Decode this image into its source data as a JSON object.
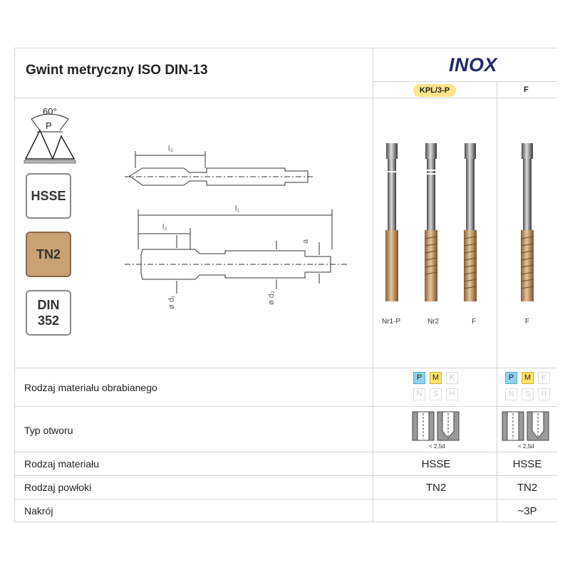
{
  "header": {
    "title": "Gwint metryczny ISO DIN-13",
    "brand": "INOX",
    "series": [
      {
        "label": "KPL/3-P"
      },
      {
        "label": "F"
      }
    ]
  },
  "thread_profile": {
    "angle": "60°",
    "pitch": "P"
  },
  "tiles": [
    {
      "label_line1": "HSSE",
      "label_line2": ""
    },
    {
      "label_line1": "TN2",
      "label_line2": ""
    },
    {
      "label_line1": "DIN",
      "label_line2": "352"
    }
  ],
  "drawing_labels": {
    "l3": "l₃",
    "l1": "l₁",
    "l2": "l₂",
    "a": "a",
    "d1": "ø d₁",
    "d2": "ø d₂"
  },
  "tools": [
    {
      "caption": "Nr1-P"
    },
    {
      "caption": "Nr2"
    },
    {
      "caption": "F"
    },
    {
      "caption": "F"
    }
  ],
  "colors": {
    "brand": "#1f2a6e",
    "badge": "#ffe58a",
    "coating": "#c9a173",
    "mat_p": "#8fd3ef",
    "mat_m": "#ffe66b"
  },
  "materials": {
    "row1": [
      "P",
      "M",
      "K"
    ],
    "row2": [
      "N",
      "S",
      "H"
    ],
    "active": [
      "P",
      "M"
    ]
  },
  "hole_caption": "< 2,5d",
  "rows": [
    {
      "label": "Rodzaj materiału obrabianego",
      "kpl": "",
      "f": ""
    },
    {
      "label": "Typ otworu",
      "kpl": "",
      "f": ""
    },
    {
      "label": "Rodzaj materiału",
      "kpl": "HSSE",
      "f": "HSSE"
    },
    {
      "label": "Rodzaj powłoki",
      "kpl": "TN2",
      "f": "TN2"
    },
    {
      "label": "Nakrój",
      "kpl": "",
      "f": "~3P"
    }
  ]
}
